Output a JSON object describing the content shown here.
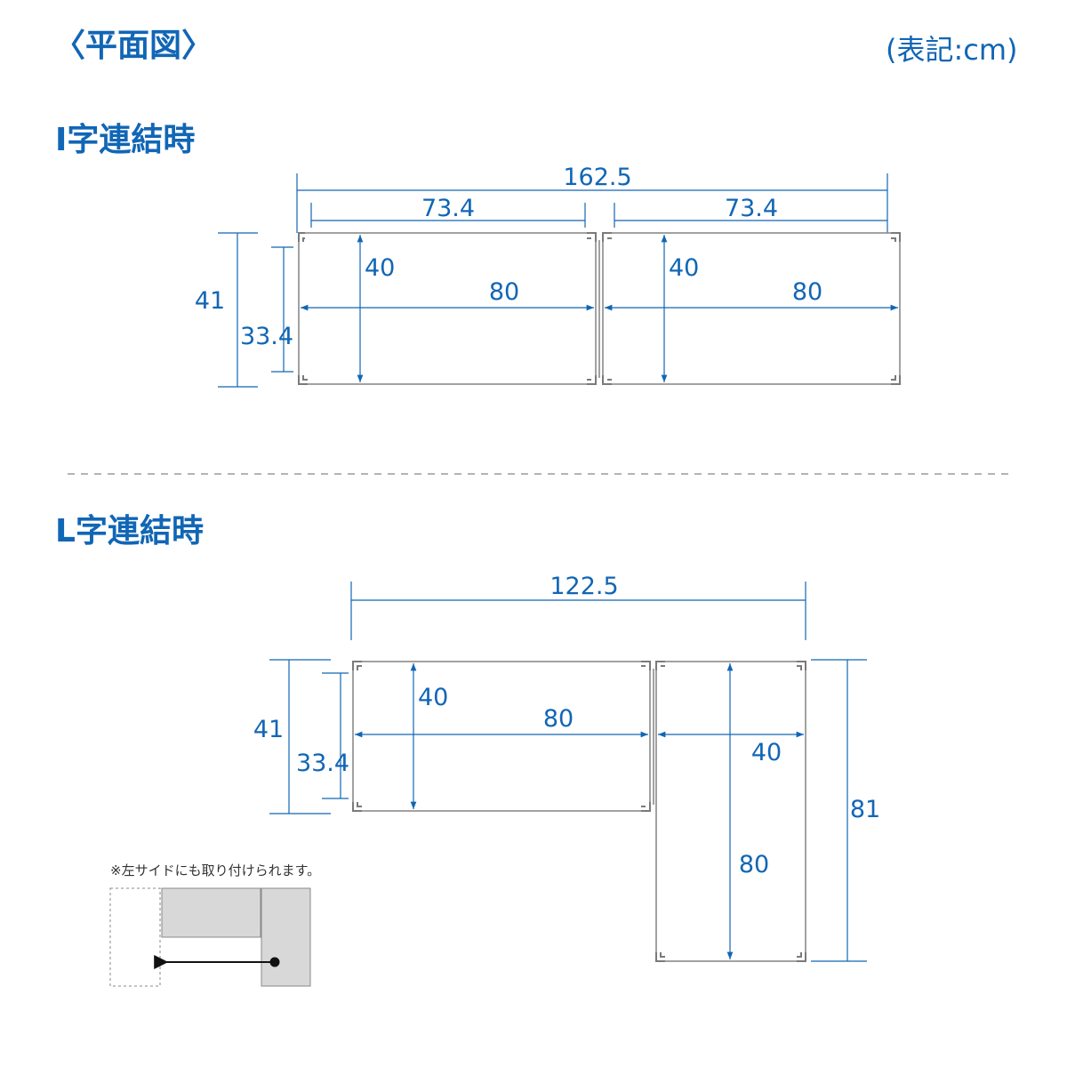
{
  "header": {
    "title": "〈平面図〉",
    "units": "(表記:cm)"
  },
  "i_layout": {
    "title": "I字連結時",
    "dims": {
      "total_width": "162.5",
      "left_inner_width": "73.4",
      "right_inner_width": "73.4",
      "outer_depth": "41",
      "inner_depth": "33.4",
      "left_module_depth": "40",
      "left_module_width": "80",
      "right_module_depth": "40",
      "right_module_width": "80"
    }
  },
  "l_layout": {
    "title": "L字連結時",
    "dims": {
      "total_width": "122.5",
      "outer_depth": "41",
      "inner_depth": "33.4",
      "horizontal_module_depth": "40",
      "horizontal_module_width": "80",
      "vertical_module_width": "40",
      "vertical_module_length": "80",
      "total_length": "81"
    },
    "note": "※左サイドにも取り付けられます。"
  },
  "colors": {
    "accent": "#1166b5",
    "outline": "#8a8a8a",
    "thumbnail_fill": "#d8d8d8"
  }
}
